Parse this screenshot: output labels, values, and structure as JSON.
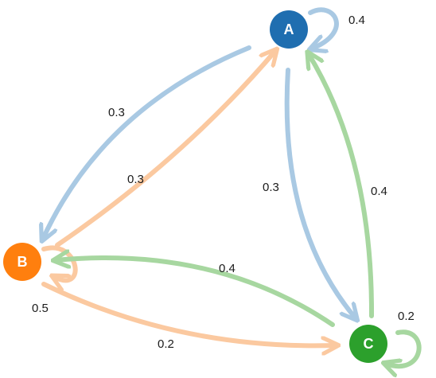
{
  "nodes": {
    "A": {
      "label": "A",
      "color": "#1F6EB0"
    },
    "B": {
      "label": "B",
      "color": "#FF7F0E"
    },
    "C": {
      "label": "C",
      "color": "#2CA02C"
    }
  },
  "edges": {
    "a_to_a": {
      "from": "A",
      "to": "A",
      "weight": "0.4",
      "color": "#A9C9E3"
    },
    "a_to_b": {
      "from": "A",
      "to": "B",
      "weight": "0.3",
      "color": "#A9C9E3"
    },
    "a_to_c": {
      "from": "A",
      "to": "C",
      "weight": "0.3",
      "color": "#A9C9E3"
    },
    "b_to_a": {
      "from": "B",
      "to": "A",
      "weight": "0.3",
      "color": "#FBC9A0"
    },
    "b_to_b": {
      "from": "B",
      "to": "B",
      "weight": "0.5",
      "color": "#FBC9A0"
    },
    "b_to_c": {
      "from": "B",
      "to": "C",
      "weight": "0.2",
      "color": "#FBC9A0"
    },
    "c_to_a": {
      "from": "C",
      "to": "A",
      "weight": "0.4",
      "color": "#A7D7A0"
    },
    "c_to_b": {
      "from": "C",
      "to": "B",
      "weight": "0.4",
      "color": "#A7D7A0"
    },
    "c_to_c": {
      "from": "C",
      "to": "C",
      "weight": "0.2",
      "color": "#A7D7A0"
    }
  }
}
